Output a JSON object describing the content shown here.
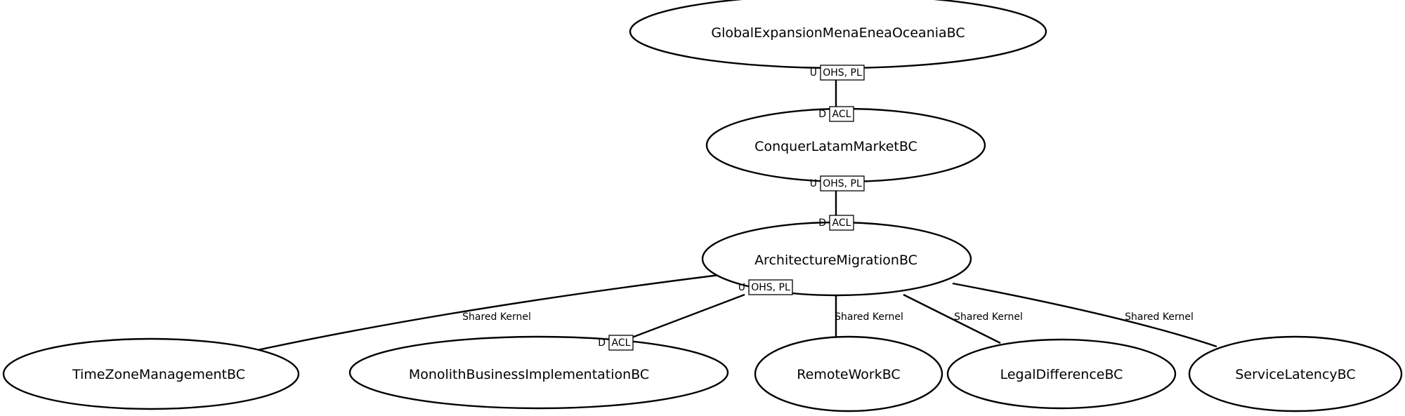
{
  "nodes": {
    "global": "GlobalExpansionMenaEneaOceaniaBC",
    "latam": "ConquerLatamMarketBC",
    "arch": "ArchitectureMigrationBC",
    "timezone": "TimeZoneManagementBC",
    "monolith": "MonolithBusinessImplementationBC",
    "remote": "RemoteWorkBC",
    "legal": "LegalDifferenceBC",
    "latency": "ServiceLatencyBC"
  },
  "relations": {
    "global_latam": {
      "upstream_role": "U",
      "upstream_patterns": "OHS, PL",
      "downstream_role": "D",
      "downstream_patterns": "ACL"
    },
    "latam_arch": {
      "upstream_role": "U",
      "upstream_patterns": "OHS, PL",
      "downstream_role": "D",
      "downstream_patterns": "ACL"
    },
    "arch_monolith": {
      "upstream_role": "U",
      "upstream_patterns": "OHS, PL",
      "downstream_role": "D",
      "downstream_patterns": "ACL"
    },
    "arch_timezone": {
      "label": "Shared Kernel"
    },
    "arch_remote": {
      "label": "Shared Kernel"
    },
    "arch_legal": {
      "label": "Shared Kernel"
    },
    "arch_latency": {
      "label": "Shared Kernel"
    }
  }
}
